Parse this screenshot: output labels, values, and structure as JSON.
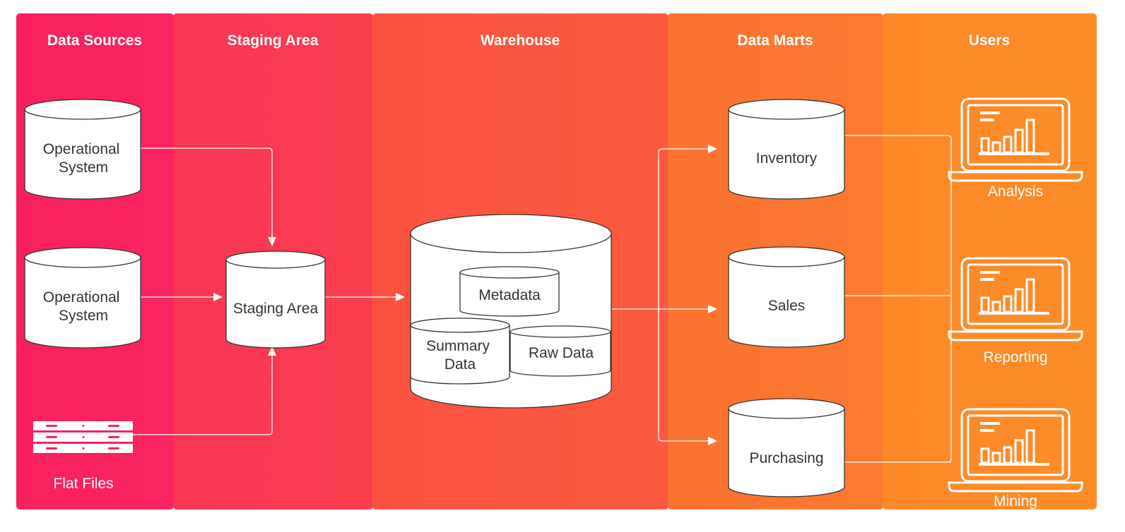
{
  "colors": {
    "lane_data_sources": "#F82260",
    "lane_staging": "#FA3A50",
    "lane_warehouse": "#FB5640",
    "lane_data_marts": "#FC7530",
    "lane_users": "#FD8A28",
    "connector": "#ffffff",
    "node_fill": "#ffffff",
    "node_stroke": "#333333"
  },
  "lanes": [
    {
      "id": "data-sources",
      "title": "Data Sources"
    },
    {
      "id": "staging",
      "title": "Staging Area"
    },
    {
      "id": "warehouse",
      "title": "Warehouse"
    },
    {
      "id": "data-marts",
      "title": "Data Marts"
    },
    {
      "id": "users",
      "title": "Users"
    }
  ],
  "nodes": {
    "operational_system_1": [
      "Operational",
      "System"
    ],
    "operational_system_2": [
      "Operational",
      "System"
    ],
    "flat_files": "Flat Files",
    "staging_area": "Staging Area",
    "metadata": "Metadata",
    "summary_data": [
      "Summary",
      "Data"
    ],
    "raw_data": "Raw Data",
    "inventory": "Inventory",
    "sales": "Sales",
    "purchasing": "Purchasing"
  },
  "users": {
    "analysis": "Analysis",
    "reporting": "Reporting",
    "mining": "Mining"
  },
  "icons": {
    "flat_files": "server-rack-icon",
    "analysis": "laptop-chart-icon",
    "reporting": "laptop-chart-icon",
    "mining": "laptop-chart-icon"
  }
}
